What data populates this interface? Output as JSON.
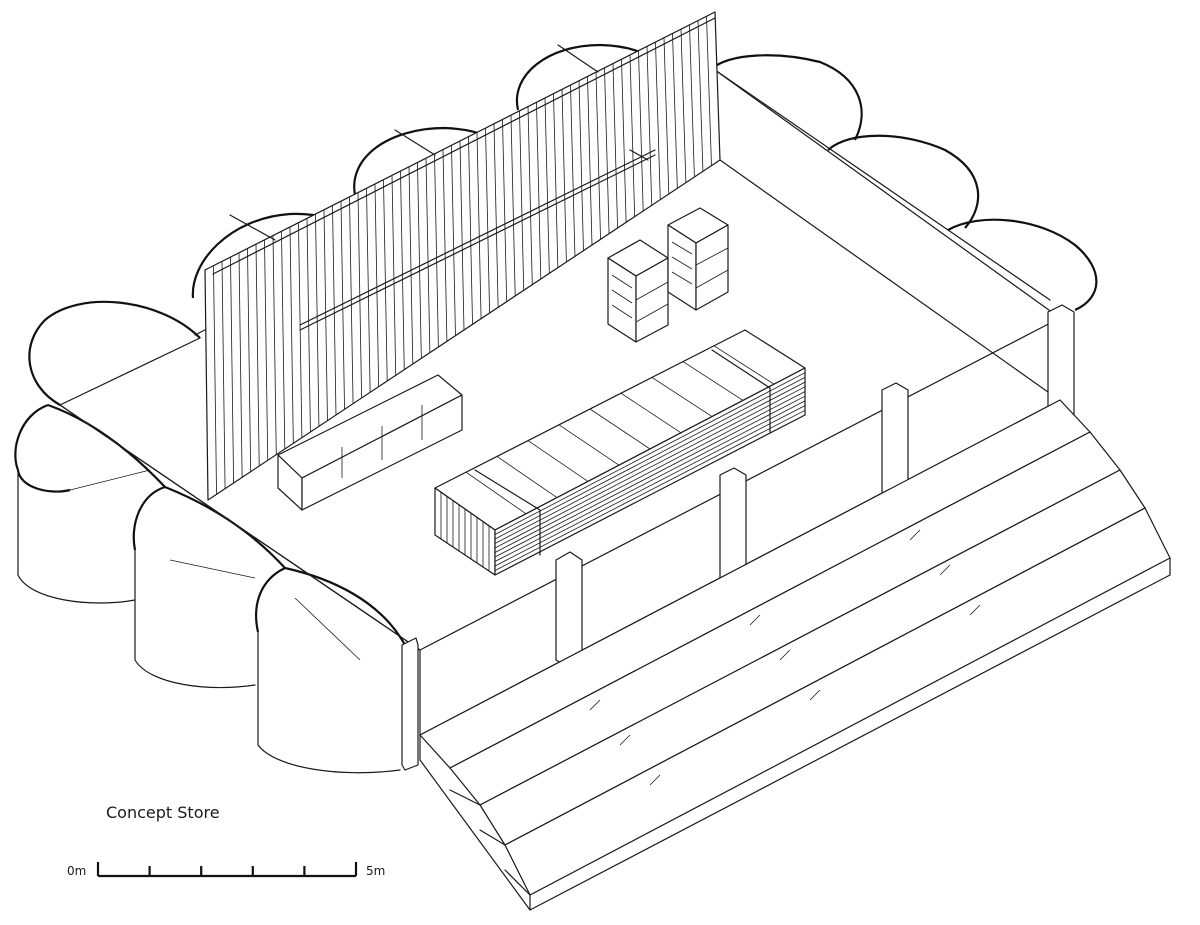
{
  "title": "Concept Store",
  "scale_bar": {
    "start_label": "0m",
    "end_label": "5m",
    "divisions": 5
  }
}
